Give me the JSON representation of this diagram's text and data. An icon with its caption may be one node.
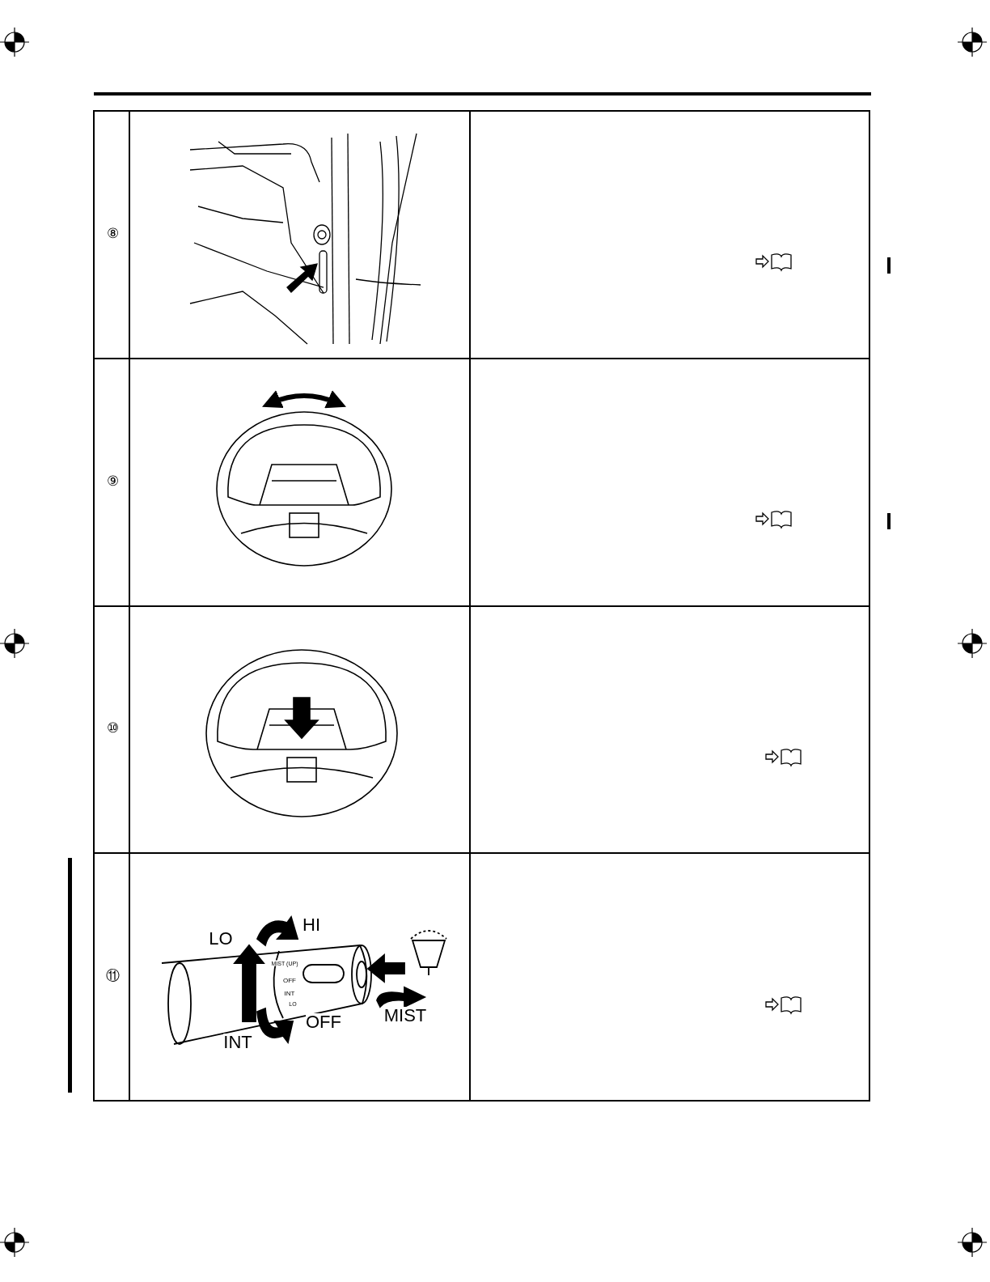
{
  "diagram": {
    "labels": [
      "⑧",
      "⑨",
      "⑩",
      "⑪",
      "LO",
      "HI",
      "MIST (UP)",
      "OFF",
      "INT",
      "LO",
      "OFF",
      "MIST",
      "INT"
    ]
  }
}
